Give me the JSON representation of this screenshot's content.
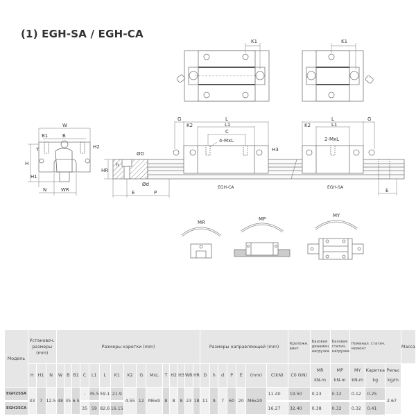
{
  "title": "(1) EGH-SA / EGH-CA",
  "drawing": {
    "front_view_labels": {
      "W": "W",
      "B": "B",
      "B1": "B1",
      "T": "T",
      "H": "H",
      "H1": "H1",
      "H2": "H2",
      "N": "N",
      "WR": "WR"
    },
    "rail_section_labels": {
      "D": "ØD",
      "d": "Ød",
      "h": "h",
      "HR": "HR",
      "E": "E",
      "P": "P"
    },
    "top_view_labels": {
      "K1_left": "K1",
      "K1_right": "K1"
    },
    "side_view_ca": {
      "G": "G",
      "L": "L",
      "L1": "L1",
      "C": "C",
      "K2": "K2",
      "H3": "H3",
      "screw": "4-MxL",
      "caption": "EGH-CA"
    },
    "side_view_sa": {
      "G": "G",
      "L": "L",
      "L1": "L1",
      "K2": "K2",
      "screw": "2-MxL",
      "caption": "EGH-SA",
      "E": "E"
    },
    "moments": [
      {
        "label": "MR",
        "name": "roll"
      },
      {
        "label": "MP",
        "name": "pitch"
      },
      {
        "label": "MY",
        "name": "yaw"
      }
    ]
  },
  "table": {
    "groups": {
      "model": "Модель",
      "mounting": "Установоч. размеры (mm)",
      "block": "Размеры каретки (mm)",
      "rail": "Размеры направляющей (mm)",
      "bolt": "Крепёжн. винт",
      "dynamic": "Базовая динамич. нагрузка",
      "static": "Базовая статич. нагрузка",
      "moment": "Номинал. статич. момент",
      "mass": "Масса"
    },
    "columns": [
      "H",
      "H1",
      "N",
      "W",
      "B",
      "B1",
      "C",
      "L1",
      "L",
      "K1",
      "K2",
      "G",
      "MxL",
      "T",
      "H2",
      "H3",
      "WR",
      "HR",
      "D",
      "h",
      "d",
      "P",
      "E",
      "(mm)",
      "C(kN)",
      "C0 (kN)",
      "MR",
      "MP",
      "MY",
      "Каретка",
      "Рельс"
    ],
    "units": {
      "MR": "kN-m",
      "MP": "kN-m",
      "MY": "kN-m",
      "block_mass": "kg",
      "rail_mass": "kg/m"
    },
    "rows": [
      {
        "model": "EGH25SA",
        "C": "-",
        "L1": "35.5",
        "L": "59.1",
        "K1": "21.9",
        "Ckn": "11.40",
        "C0kn": "19.50",
        "MR": "0.23",
        "MP": "0.12",
        "MY": "0.12",
        "block_kg": "0.25"
      },
      {
        "model": "EGH25CA",
        "C": "35",
        "L1": "59",
        "L": "82.6",
        "K1": "16.15",
        "Ckn": "16.27",
        "C0kn": "32.40",
        "MR": "0.38",
        "MP": "0.32",
        "MY": "0.32",
        "block_kg": "0.41"
      }
    ],
    "shared": {
      "H": "33",
      "H1": "7",
      "N": "12.5",
      "W": "48",
      "B": "35",
      "B1": "6.5",
      "K2": "4.55",
      "G": "12",
      "MxL": "M6x9",
      "T": "8",
      "H2": "8",
      "H3": "8",
      "WR": "23",
      "HR": "18",
      "D": "11",
      "h": "9",
      "d": "7",
      "P": "60",
      "E": "20",
      "bolt": "M6x20",
      "rail_kgm": "2.67"
    }
  }
}
